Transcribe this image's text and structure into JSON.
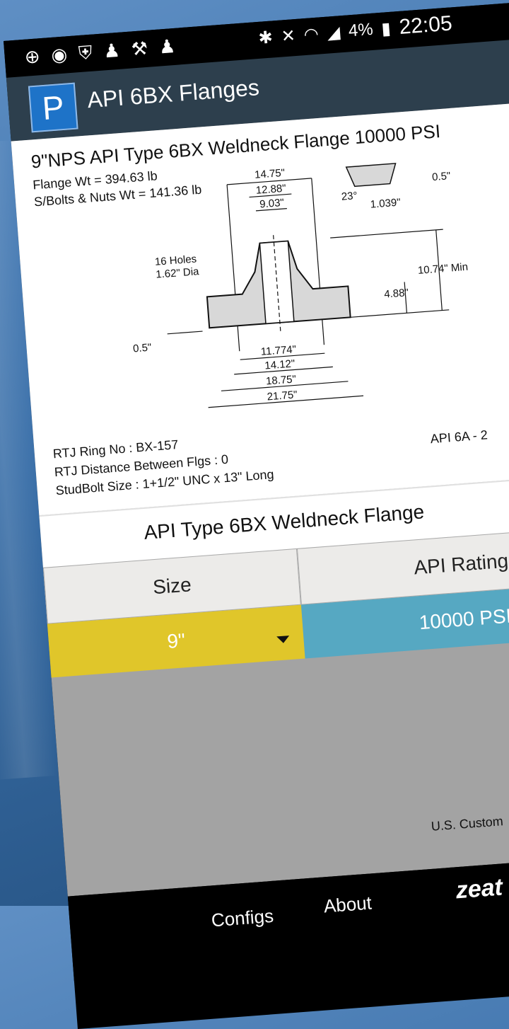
{
  "status_bar": {
    "left_icons": [
      "plus-icon",
      "wifi-icon",
      "shield-icon",
      "person-icon",
      "wrench-icon",
      "person-icon"
    ],
    "right_icons": [
      "bluetooth-icon",
      "mute-icon",
      "wifi-icon",
      "signal-icon"
    ],
    "battery": "4%",
    "time": "22:05"
  },
  "app": {
    "logo_letter": "P",
    "title": "API 6BX Flanges"
  },
  "card": {
    "title": "9\"NPS API Type 6BX Weldneck Flange 10000 PSI",
    "flange_wt": "Flange Wt = 394.63 lb",
    "bolts_wt": "S/Bolts & Nuts Wt =  141.36 lb",
    "dims": {
      "d1": "14.75\"",
      "d2": "12.88\"",
      "d3": "9.03\"",
      "holes_line1": "16 Holes",
      "holes_line2": "1.62\" Dia",
      "angle": "23°",
      "groove_w": "1.039\"",
      "groove_h": "0.5\"",
      "height": "10.74\" Min",
      "hub": "4.88\"",
      "raised": "0.5\"",
      "b1": "11.774\"",
      "b2": "14.12\"",
      "b3": "18.75\"",
      "b4": "21.75\""
    },
    "rtj_ring": "RTJ Ring No : BX-157",
    "rtj_distance": "RTJ Distance Between Flgs : 0",
    "studbolt": "StudBolt Size : 1+1/2\" UNC x 13\" Long",
    "api_std": "API 6A - 2"
  },
  "section": {
    "title": "API Type 6BX Weldneck Flange"
  },
  "table": {
    "size_header": "Size",
    "rating_header": "API Rating",
    "size_value": "9\"",
    "rating_value": "10000 PSI"
  },
  "footer": {
    "units": "U.S. Custom"
  },
  "nav": {
    "configs": "Configs",
    "about": "About",
    "brand": "zeat"
  }
}
